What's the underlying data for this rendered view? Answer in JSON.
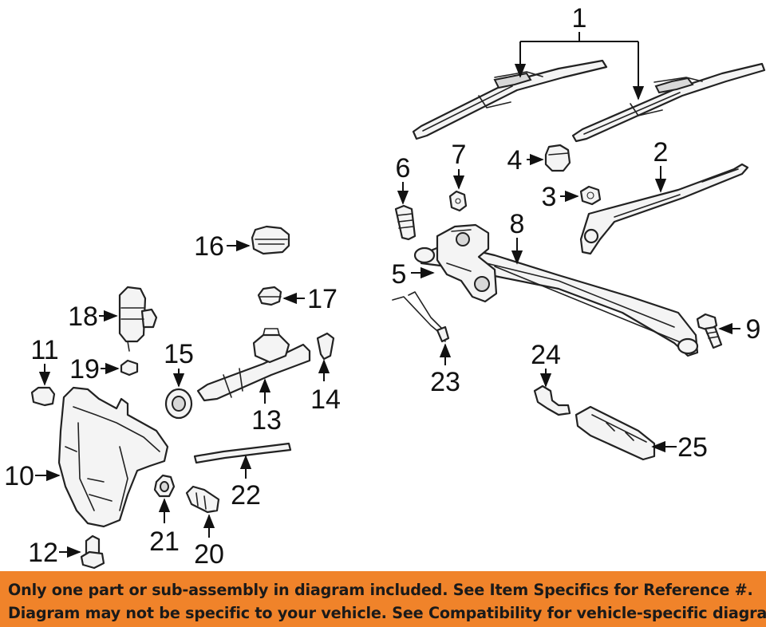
{
  "callouts": {
    "c1": "1",
    "c2": "2",
    "c3": "3",
    "c4": "4",
    "c5": "5",
    "c6": "6",
    "c7": "7",
    "c8": "8",
    "c9": "9",
    "c10": "10",
    "c11": "11",
    "c12": "12",
    "c13": "13",
    "c14": "14",
    "c15": "15",
    "c16": "16",
    "c17": "17",
    "c18": "18",
    "c19": "19",
    "c20": "20",
    "c21": "21",
    "c22": "22",
    "c23": "23",
    "c24": "24",
    "c25": "25"
  },
  "footer": {
    "line1": "Only one part or sub-assembly in diagram included. See Item Specifics for Reference #.",
    "line2": "Diagram may not be specific to your vehicle. See Compatibility for vehicle-specific diagrams."
  },
  "colors": {
    "banner": "#f0832a",
    "ink": "#111111"
  }
}
